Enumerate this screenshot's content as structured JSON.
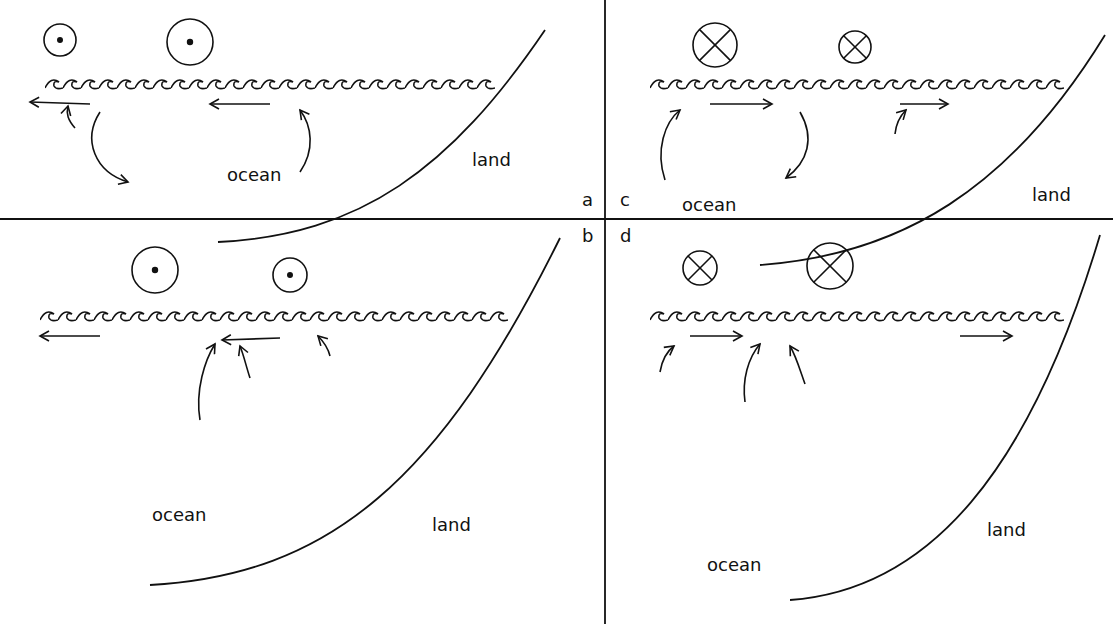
{
  "diagram": {
    "labels": [
      "land",
      "ocean",
      "a",
      "c",
      "ocean",
      "land",
      "b",
      "d",
      "ocean",
      "land",
      "ocean",
      "land"
    ]
  }
}
